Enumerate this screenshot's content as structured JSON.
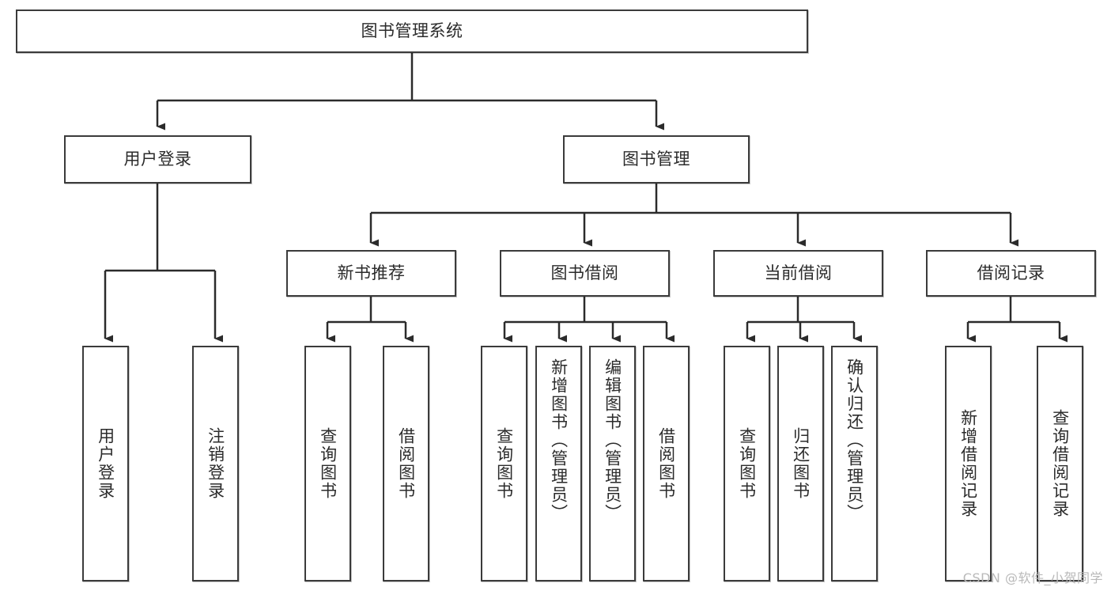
{
  "diagram": {
    "title": "图书管理系统",
    "type": "hierarchy-tree",
    "watermark": "CSDN @软件_小贺同学",
    "colors": {
      "border": "#3b3b3b",
      "background": "#ffffff",
      "text": "#2b2b2b",
      "watermark": "#b9b9b9"
    },
    "root": {
      "label": "图书管理系统"
    },
    "level2": [
      {
        "label": "用户登录"
      },
      {
        "label": "图书管理"
      }
    ],
    "level3": [
      {
        "label": "新书推荐"
      },
      {
        "label": "图书借阅"
      },
      {
        "label": "当前借阅"
      },
      {
        "label": "借阅记录"
      }
    ],
    "leaves": {
      "user_login": [
        {
          "label": "用户登录"
        },
        {
          "label": "注销登录"
        }
      ],
      "new_book": [
        {
          "label": "查询图书"
        },
        {
          "label": "借阅图书"
        }
      ],
      "book_borrow": [
        {
          "label": "查询图书"
        },
        {
          "label": "新增图书（管理员）"
        },
        {
          "label": "编辑图书（管理员）"
        },
        {
          "label": "借阅图书"
        }
      ],
      "current_borrow": [
        {
          "label": "查询图书"
        },
        {
          "label": "归还图书"
        },
        {
          "label": "确认归还（管理员）"
        }
      ],
      "borrow_record": [
        {
          "label": "新增借阅记录"
        },
        {
          "label": "查询借阅记录"
        }
      ]
    }
  }
}
